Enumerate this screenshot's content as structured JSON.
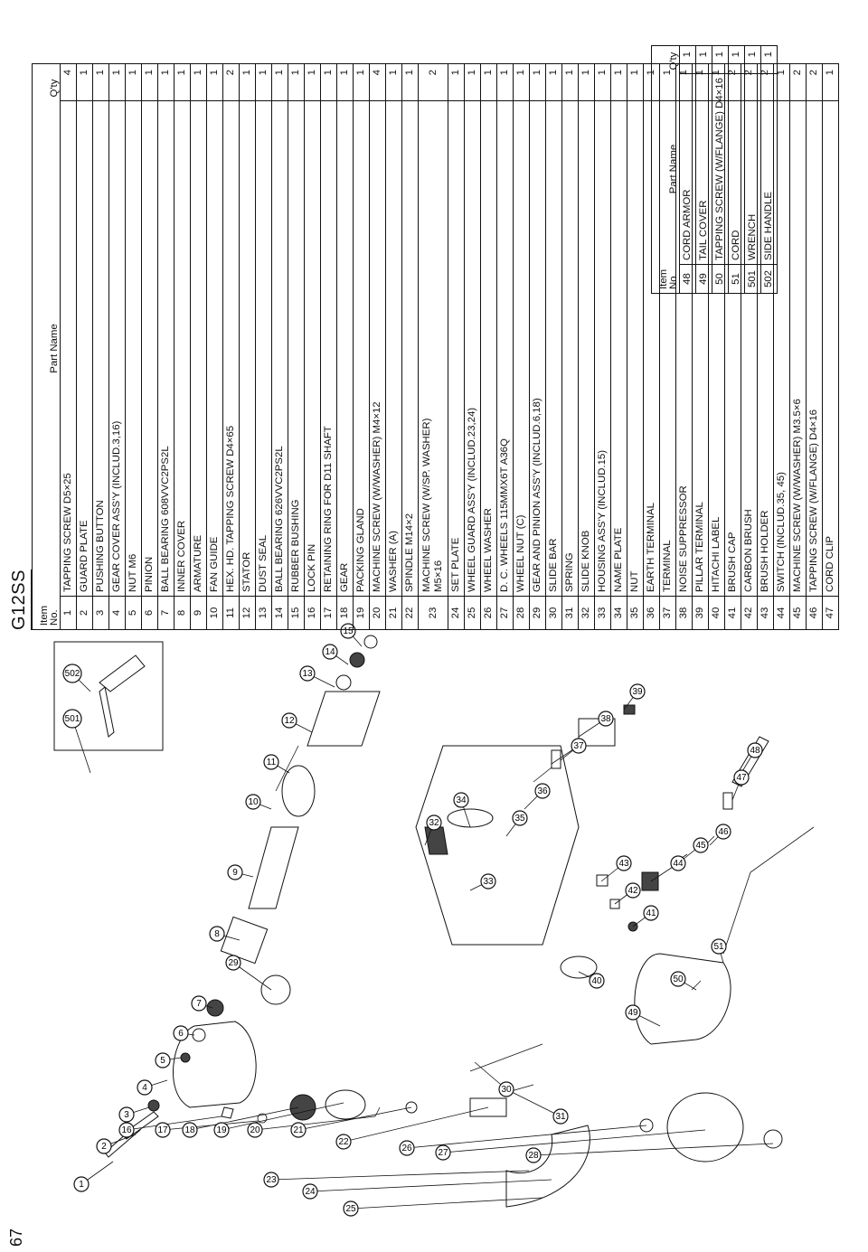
{
  "page": {
    "model": "G12SS",
    "number": "67"
  },
  "table_main": {
    "headers": {
      "no_line1": "Item",
      "no_line2": "No.",
      "name": "Part Name",
      "qty": "Q'ty"
    },
    "rows": [
      {
        "no": "1",
        "name": "TAPPING SCREW D5×25",
        "qty": "4"
      },
      {
        "no": "2",
        "name": "GUARD PLATE",
        "qty": "1"
      },
      {
        "no": "3",
        "name": "PUSHING BUTTON",
        "qty": "1"
      },
      {
        "no": "4",
        "name": "GEAR COVER ASS'Y (INCLUD.3,16)",
        "qty": "1"
      },
      {
        "no": "5",
        "name": "NUT M6",
        "qty": "1"
      },
      {
        "no": "6",
        "name": "PINION",
        "qty": "1"
      },
      {
        "no": "7",
        "name": "BALL BEARING 608VVC2PS2L",
        "qty": "1"
      },
      {
        "no": "8",
        "name": "INNER COVER",
        "qty": "1"
      },
      {
        "no": "9",
        "name": "ARMATURE",
        "qty": "1"
      },
      {
        "no": "10",
        "name": "FAN GUIDE",
        "qty": "1"
      },
      {
        "no": "11",
        "name": "HEX. HD. TAPPING SCREW D4×65",
        "qty": "2"
      },
      {
        "no": "12",
        "name": "STATOR",
        "qty": "1"
      },
      {
        "no": "13",
        "name": "DUST SEAL",
        "qty": "1"
      },
      {
        "no": "14",
        "name": "BALL BEARING 626VVC2PS2L",
        "qty": "1"
      },
      {
        "no": "15",
        "name": "RUBBER BUSHING",
        "qty": "1"
      },
      {
        "no": "16",
        "name": "LOCK PIN",
        "qty": "1"
      },
      {
        "no": "17",
        "name": "RETAINING RING FOR D11 SHAFT",
        "qty": "1"
      },
      {
        "no": "18",
        "name": "GEAR",
        "qty": "1"
      },
      {
        "no": "19",
        "name": "PACKING GLAND",
        "qty": "1"
      },
      {
        "no": "20",
        "name": "MACHINE SCREW (W/WASHER) M4×12",
        "qty": "4"
      },
      {
        "no": "21",
        "name": "WASHER (A)",
        "qty": "1"
      },
      {
        "no": "22",
        "name": "SPINDLE M14×2",
        "qty": "1"
      },
      {
        "no": "23",
        "name": "MACHINE SCREW (W/SP. WASHER)",
        "name2": "M5×16",
        "qty": "2"
      },
      {
        "no": "24",
        "name": "SET PLATE",
        "qty": "1"
      },
      {
        "no": "25",
        "name": "WHEEL GUARD ASS'Y (INCLUD.23,24)",
        "qty": "1"
      },
      {
        "no": "26",
        "name": "WHEEL WASHER",
        "qty": "1"
      },
      {
        "no": "27",
        "name": "D. C. WHEELS 115MMX6T A36Q",
        "qty": "1"
      },
      {
        "no": "28",
        "name": "WHEEL NUT (C)",
        "qty": "1"
      },
      {
        "no": "29",
        "name": "GEAR AND PINION ASS'Y (INCLUD.6,18)",
        "qty": "1"
      },
      {
        "no": "30",
        "name": "SLIDE BAR",
        "qty": "1"
      },
      {
        "no": "31",
        "name": "SPRING",
        "qty": "1"
      },
      {
        "no": "32",
        "name": "SLIDE KNOB",
        "qty": "1"
      },
      {
        "no": "33",
        "name": "HOUSING ASS'Y (INCLUD.15)",
        "qty": "1"
      },
      {
        "no": "34",
        "name": "NAME PLATE",
        "qty": "1"
      },
      {
        "no": "35",
        "name": "NUT",
        "qty": "1"
      },
      {
        "no": "36",
        "name": "EARTH TERMINAL",
        "qty": "1"
      },
      {
        "no": "37",
        "name": "TERMINAL",
        "qty": "1"
      },
      {
        "no": "38",
        "name": "NOISE SUPPRESSOR",
        "qty": "1"
      },
      {
        "no": "39",
        "name": "PILLAR TERMINAL",
        "qty": "1"
      },
      {
        "no": "40",
        "name": "HITACHI LABEL",
        "qty": "1"
      },
      {
        "no": "41",
        "name": "BRUSH CAP",
        "qty": "2"
      },
      {
        "no": "42",
        "name": "CARBON BRUSH",
        "qty": "2"
      },
      {
        "no": "43",
        "name": "BRUSH HOLDER",
        "qty": "2"
      },
      {
        "no": "44",
        "name": "SWITCH (INCLUD.35, 45)",
        "qty": "1"
      },
      {
        "no": "45",
        "name": "MACHINE SCREW (W/WASHER) M3.5×6",
        "qty": "2"
      },
      {
        "no": "46",
        "name": "TAPPING SCREW (W/FLANGE) D4×16",
        "qty": "2"
      },
      {
        "no": "47",
        "name": "CORD CLIP",
        "qty": "1"
      }
    ]
  },
  "table_extra": {
    "headers": {
      "no_line1": "Item",
      "no_line2": "No.",
      "name": "Part Name",
      "qty": "Q'ty"
    },
    "rows": [
      {
        "no": "48",
        "name": "CORD ARMOR",
        "qty": "1"
      },
      {
        "no": "49",
        "name": "TAIL COVER",
        "qty": "1"
      },
      {
        "no": "50",
        "name": "TAPPING SCREW (W/FLANGE) D4×16",
        "qty": "1"
      },
      {
        "no": "51",
        "name": "CORD",
        "qty": "1"
      },
      {
        "no": "501",
        "name": "WRENCH",
        "qty": "1"
      },
      {
        "no": "502",
        "name": "SIDE HANDLE",
        "qty": "1"
      }
    ]
  },
  "callouts": [
    "1",
    "2",
    "3",
    "4",
    "5",
    "6",
    "7",
    "8",
    "9",
    "10",
    "11",
    "12",
    "13",
    "14",
    "15",
    "16",
    "17",
    "18",
    "19",
    "20",
    "21",
    "22",
    "23",
    "24",
    "25",
    "26",
    "27",
    "28",
    "29",
    "30",
    "31",
    "32",
    "33",
    "34",
    "35",
    "36",
    "37",
    "38",
    "39",
    "40",
    "41",
    "42",
    "43",
    "44",
    "45",
    "46",
    "47",
    "48",
    "49",
    "50",
    "51",
    "501",
    "502"
  ]
}
